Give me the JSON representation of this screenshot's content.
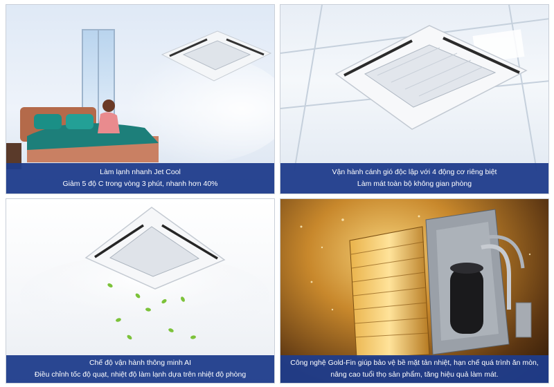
{
  "panels": [
    {
      "line1": "Làm lạnh nhanh Jet Cool",
      "line2": "Giảm 5 độ C trong vòng 3 phút, nhanh hơn 40%"
    },
    {
      "line1": "Vận hành cánh gió độc lập với 4 động cơ riêng biệt",
      "line2": "Làm mát toàn bộ không gian phòng"
    },
    {
      "line1": "Chế độ vận hành thông minh AI",
      "line2": "Điều chỉnh tốc độ quạt, nhiệt độ làm lạnh dựa trên nhiệt độ phòng"
    },
    {
      "line1": "Công nghệ Gold-Fin giúp bảo vệ bề mặt tản nhiệt, hạn chế quá trình ăn mòn,",
      "line2": "nâng cao tuổi thọ sản phẩm, tăng hiệu quả làm mát."
    }
  ],
  "colors": {
    "caption_bg": "#1f3c8b",
    "caption_text": "#ffffff"
  }
}
